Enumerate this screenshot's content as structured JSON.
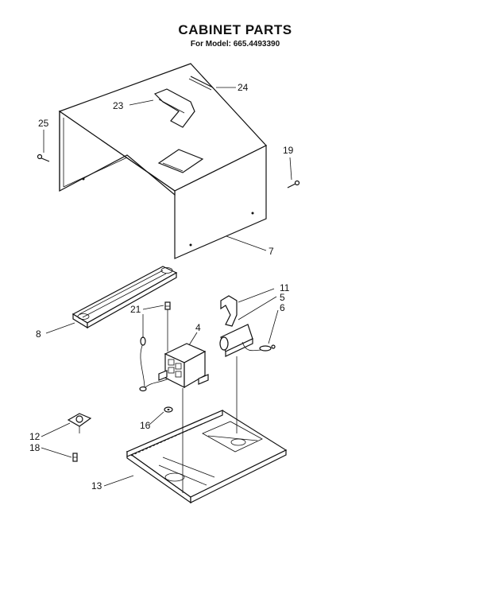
{
  "title": "CABINET PARTS",
  "subtitle": "For Model: 665.4493390",
  "part_labels": {
    "p24": "24",
    "p23": "23",
    "p25": "25",
    "p19": "19",
    "p7": "7",
    "p11": "11",
    "p5": "5",
    "p6": "6",
    "p21": "21",
    "p8": "8",
    "p4": "4",
    "p16": "16",
    "p12": "12",
    "p18": "18",
    "p13": "13"
  }
}
